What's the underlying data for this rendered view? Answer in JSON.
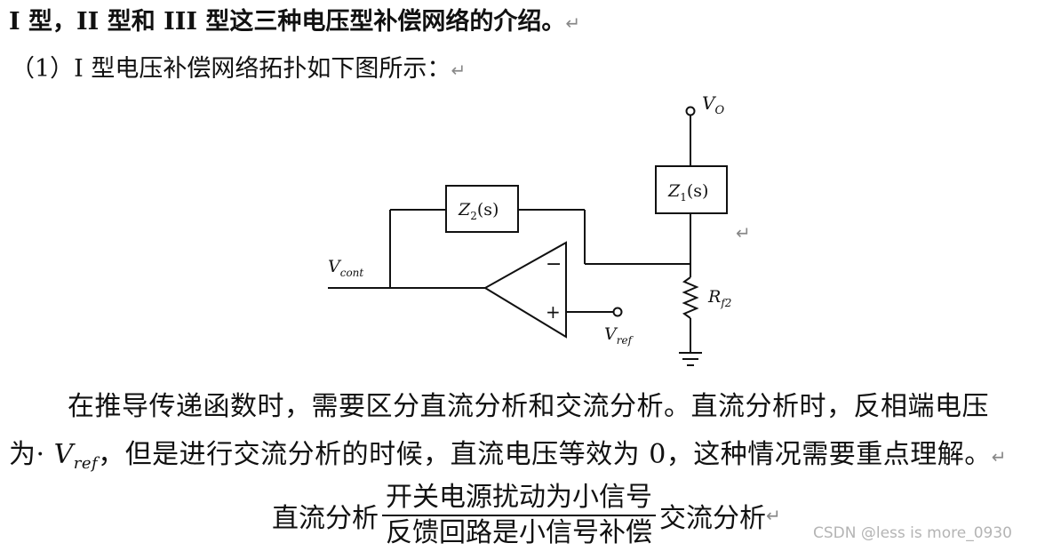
{
  "heading": {
    "text": "I 型，II 型和 III 型这三种电压型补偿网络的介绍。",
    "return_mark": "↵"
  },
  "subheading": {
    "text": "（1）I 型电压补偿网络拓扑如下图所示：",
    "return_mark": "↵"
  },
  "circuit": {
    "v_out_main": "V",
    "v_out_sub": "O",
    "z1_main": "Z",
    "z1_sub": "1",
    "z1_arg": "(s)",
    "z2_main": "Z",
    "z2_sub": "2",
    "z2_arg": "(s)",
    "vcont_main": "V",
    "vcont_sub": "cont",
    "rf2_main": "R",
    "rf2_sub": "f2",
    "vref_main": "V",
    "vref_sub": "ref",
    "minus_sign": "−",
    "plus_sign": "+",
    "return_mark": "↵"
  },
  "paragraph": {
    "line1": "在推导传递函数时，需要区分直流分析和交流分析。直流分析时，反相端电压",
    "line2_prefix": "为· ",
    "line2_var_main": "V",
    "line2_var_sub": "ref",
    "line2_suffix": "，但是进行交流分析的时候，直流电压等效为 0，这种情况需要重点理解。",
    "return_mark": "↵"
  },
  "formula": {
    "left": "直流分析",
    "numerator": "开关电源扰动为小信号",
    "denominator": "反馈回路是小信号补偿",
    "right": "交流分析",
    "return_mark": "↵"
  },
  "watermark": "CSDN @less is more_0930"
}
